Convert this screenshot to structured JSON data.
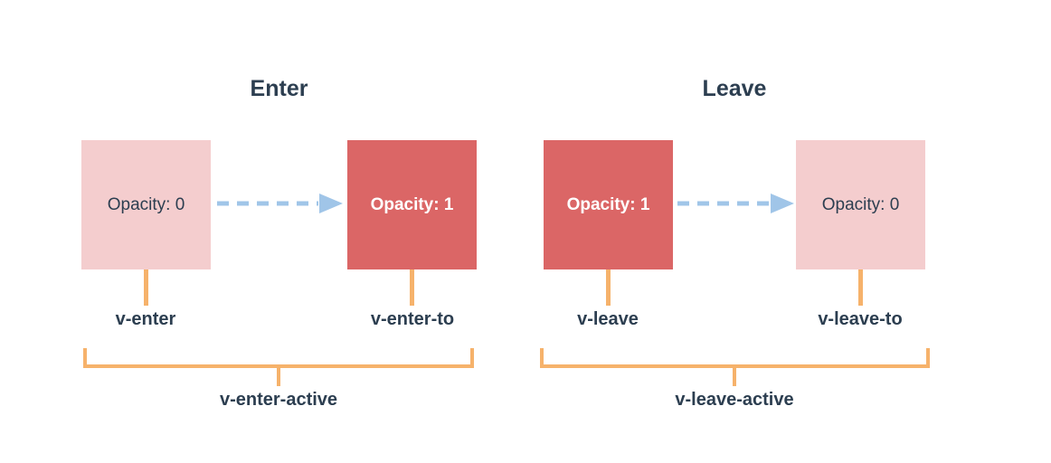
{
  "diagram": {
    "colors": {
      "background": "#ffffff",
      "box_muted": "#f4cdce",
      "box_solid": "#db6666",
      "connector": "#f6b26b",
      "arrow": "#a0c5e8",
      "text_dark": "#2c3e50",
      "text_light": "#ffffff"
    },
    "enter": {
      "title": "Enter",
      "from_box": {
        "label": "Opacity: 0"
      },
      "to_box": {
        "label": "Opacity: 1"
      },
      "from_class": "v-enter",
      "to_class": "v-enter-to",
      "active_class": "v-enter-active"
    },
    "leave": {
      "title": "Leave",
      "from_box": {
        "label": "Opacity: 1"
      },
      "to_box": {
        "label": "Opacity: 0"
      },
      "from_class": "v-leave",
      "to_class": "v-leave-to",
      "active_class": "v-leave-active"
    }
  }
}
